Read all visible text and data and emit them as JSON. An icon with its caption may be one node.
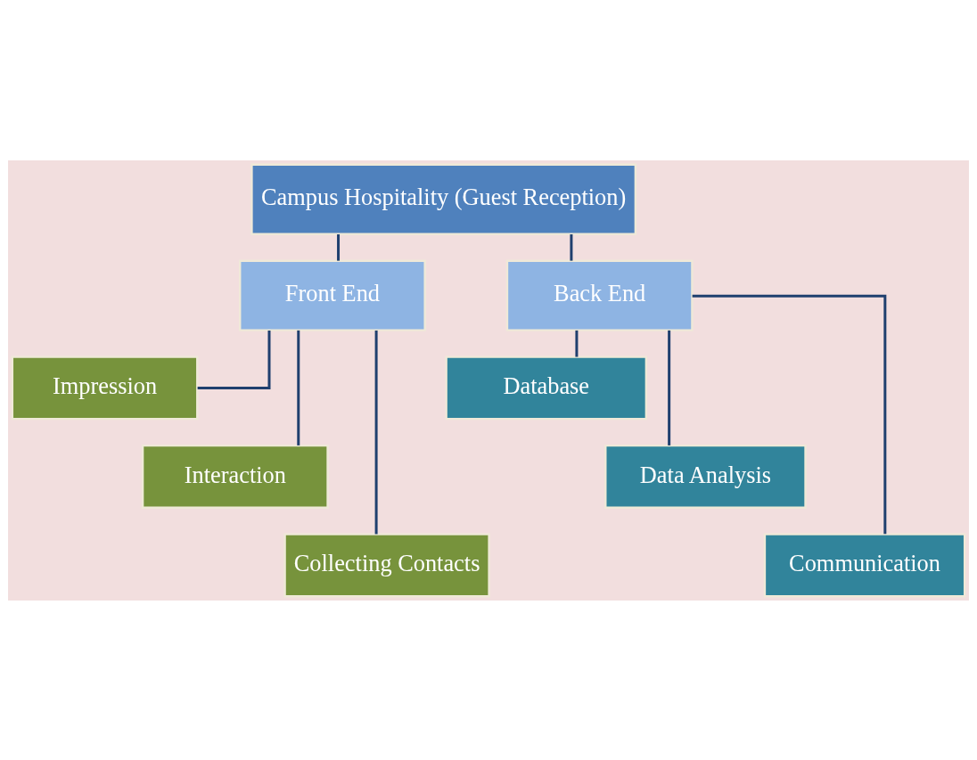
{
  "diagram": {
    "nodes": [
      {
        "text": [
          "Campus Hospitality (Guest Reception)"
        ]
      },
      {
        "text": [
          "Front End"
        ]
      },
      {
        "text": [
          "Back End"
        ]
      },
      {
        "text": [
          "Impression"
        ]
      },
      {
        "text": [
          "Interaction"
        ]
      },
      {
        "text": [
          "Collecting Contacts"
        ]
      },
      {
        "text": [
          "Database"
        ]
      },
      {
        "text": [
          "Data Analysis"
        ]
      },
      {
        "text": [
          "Communication"
        ]
      }
    ],
    "edges": [
      {
        "from": 0,
        "to": 1,
        "arrow": "none"
      },
      {
        "from": 0,
        "to": 2,
        "arrow": "none"
      },
      {
        "from": 1,
        "to": 3,
        "arrow": "none"
      },
      {
        "from": 1,
        "to": 4,
        "arrow": "none"
      },
      {
        "from": 1,
        "to": 5,
        "arrow": "none"
      },
      {
        "from": 2,
        "to": 6,
        "arrow": "none"
      },
      {
        "from": 2,
        "to": 7,
        "arrow": "none"
      },
      {
        "from": 2,
        "to": 8,
        "arrow": "none"
      }
    ]
  }
}
